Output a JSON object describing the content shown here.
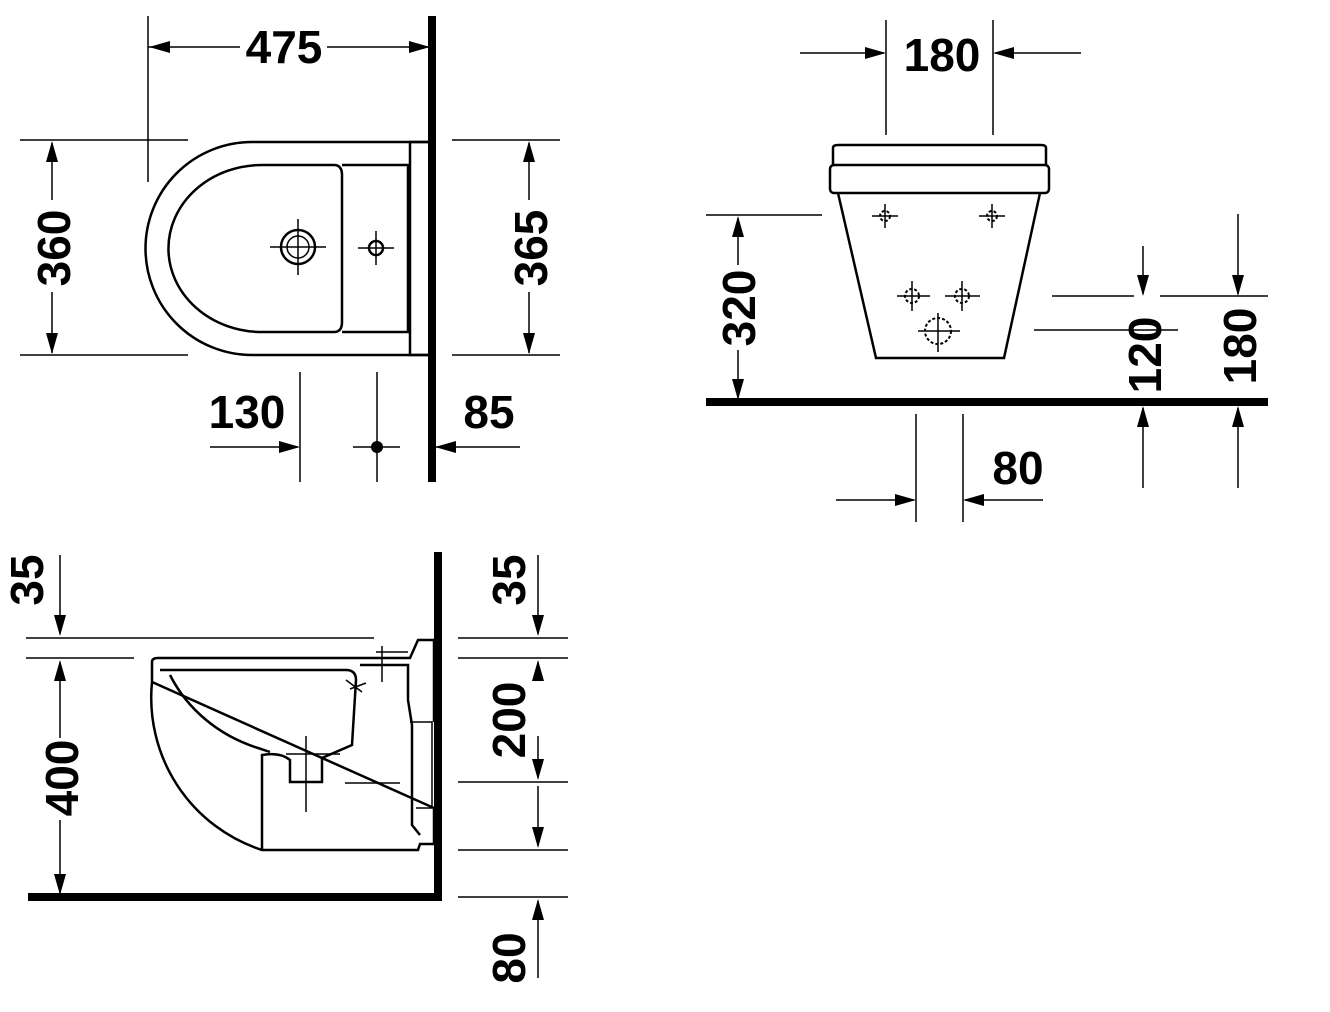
{
  "drawing": {
    "top_view": {
      "width_label": "475",
      "depth_left_label": "360",
      "depth_right_label": "365",
      "hole_offset_label": "130",
      "wall_offset_label": "85"
    },
    "front_view": {
      "fixing_spacing_label": "180",
      "height_label": "320",
      "supply_height_label": "120",
      "fixing_height_label": "180",
      "waste_width_label": "80"
    },
    "side_view": {
      "rim_left_label": "35",
      "rim_right_label": "35",
      "floor_height_label": "400",
      "fixing_span_label": "200",
      "floor_offset_label": "80"
    }
  }
}
